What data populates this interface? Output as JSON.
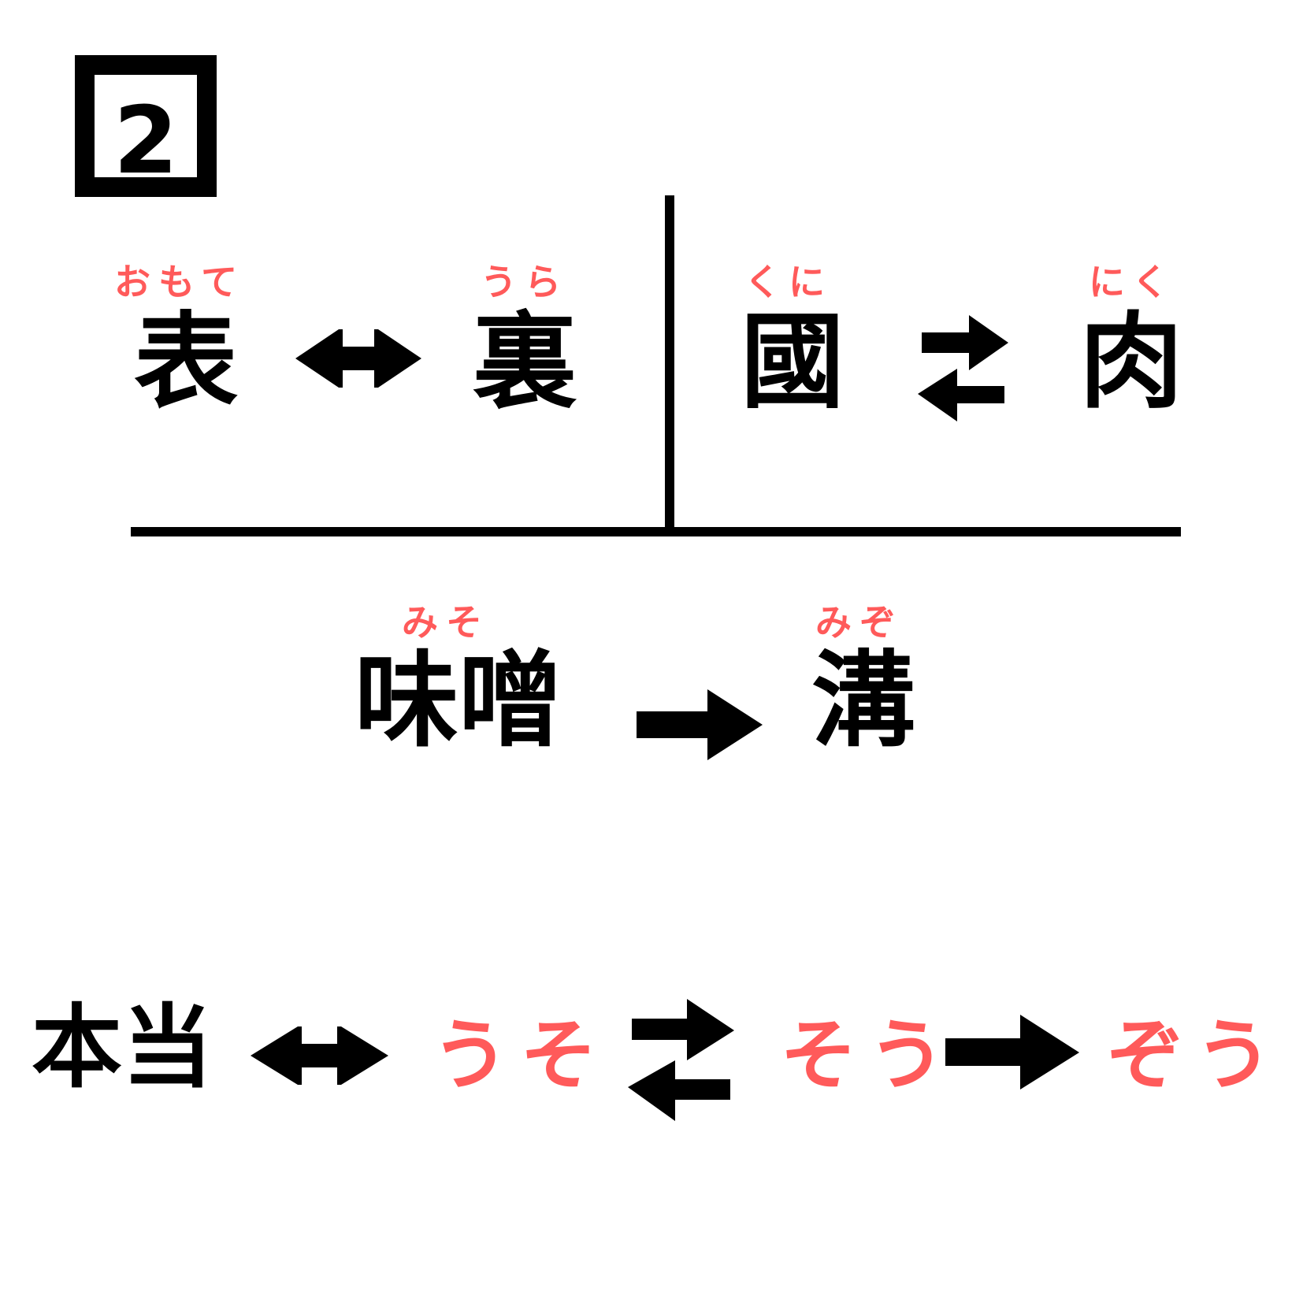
{
  "badge": {
    "number": "2"
  },
  "colors": {
    "ink": "#000000",
    "accent": "#ff5a5a",
    "background": "#ffffff"
  },
  "pair1": {
    "left": {
      "kanji": "表",
      "reading": "おもて"
    },
    "arrow": "↔",
    "right": {
      "kanji": "裏",
      "reading": "うら"
    }
  },
  "pair2": {
    "left": {
      "kanji": "國",
      "reading": "くに"
    },
    "arrow": "⇄",
    "right": {
      "kanji": "肉",
      "reading": "にく"
    }
  },
  "pair3": {
    "left": {
      "kanji": "味噌",
      "reading": "みそ"
    },
    "arrow": "→",
    "right": {
      "kanji": "溝",
      "reading": "みぞ"
    }
  },
  "bottom": {
    "word": "本当",
    "arrow1": "↔",
    "kana1": "うそ",
    "arrow2": "⇄",
    "kana2": "そう",
    "arrow3": "→",
    "kana3": "ぞう"
  }
}
